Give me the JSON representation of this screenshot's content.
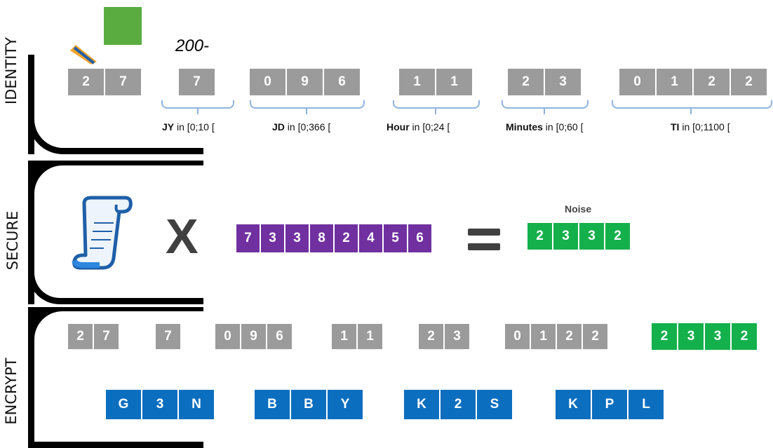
{
  "sections": {
    "identity": "IDENTITY",
    "secure": "SECURE",
    "encrypt": "ENCRYPT"
  },
  "identity": {
    "year_prefix": "200-",
    "groups": [
      {
        "digits": [
          "2",
          "7"
        ],
        "label": null,
        "range": null
      },
      {
        "digits": [
          "7"
        ],
        "label": "JY",
        "range": " in [0;10 ["
      },
      {
        "digits": [
          "0",
          "9",
          "6"
        ],
        "label": "JD",
        "range": " in [0;366 ["
      },
      {
        "digits": [
          "1",
          "1"
        ],
        "label": "Hour",
        "range": " in [0;24 ["
      },
      {
        "digits": [
          "2",
          "3"
        ],
        "label": "Minutes",
        "range": " in [0;60 ["
      },
      {
        "digits": [
          "0",
          "1",
          "2",
          "2"
        ],
        "label": "TI",
        "range": " in [0;1100 ["
      }
    ]
  },
  "secure": {
    "multiply_symbol": "X",
    "key_digits": [
      "7",
      "3",
      "3",
      "8",
      "2",
      "4",
      "5",
      "6"
    ],
    "equals_symbol": "=",
    "noise_label": "Noise",
    "noise_digits": [
      "2",
      "3",
      "3",
      "2"
    ]
  },
  "encrypt": {
    "grey_groups": [
      [
        "2",
        "7"
      ],
      [
        "7"
      ],
      [
        "0",
        "9",
        "6"
      ],
      [
        "1",
        "1"
      ],
      [
        "2",
        "3"
      ],
      [
        "0",
        "1",
        "2",
        "2"
      ]
    ],
    "noise_digits": [
      "2",
      "3",
      "3",
      "2"
    ],
    "cipher_groups": [
      [
        "G",
        "3",
        "N"
      ],
      [
        "B",
        "B",
        "Y"
      ],
      [
        "K",
        "2",
        "S"
      ],
      [
        "K",
        "P",
        "L"
      ]
    ]
  },
  "colors": {
    "grey": "#9b9b9b",
    "purple": "#7030a0",
    "green": "#14b04c",
    "blue": "#0b6ebf"
  },
  "icons": [
    "green-square-icon",
    "pencil-icon",
    "scroll-icon"
  ]
}
